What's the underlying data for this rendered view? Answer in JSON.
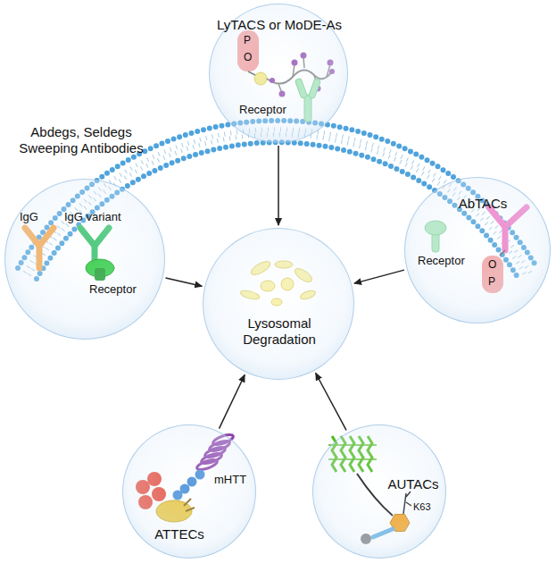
{
  "diagram": {
    "nodes": [
      {
        "text": [
          "LyTACS or MoDE-As"
        ]
      },
      {
        "text": [
          "Abdegs, Seldegs Sweeping Antibodies"
        ]
      },
      {
        "text": [
          "AbTACs"
        ]
      },
      {
        "text": [
          "Lysosomal Degradation"
        ]
      },
      {
        "text": [
          "ATTECs"
        ]
      },
      {
        "text": [
          "AUTACs"
        ]
      }
    ],
    "edges": [
      {
        "from": 0,
        "to": 3,
        "arrow": "to"
      },
      {
        "from": 1,
        "to": 3,
        "arrow": "to"
      },
      {
        "from": 2,
        "to": 3,
        "arrow": "to"
      },
      {
        "from": 4,
        "to": 3,
        "arrow": "to"
      },
      {
        "from": 5,
        "to": 3,
        "arrow": "to"
      }
    ],
    "labels": [
      "IgG",
      "IgG variant",
      "Receptor",
      "Receptor",
      "Receptor",
      "P",
      "O",
      "P",
      "O",
      "mHTT",
      "K63"
    ]
  }
}
